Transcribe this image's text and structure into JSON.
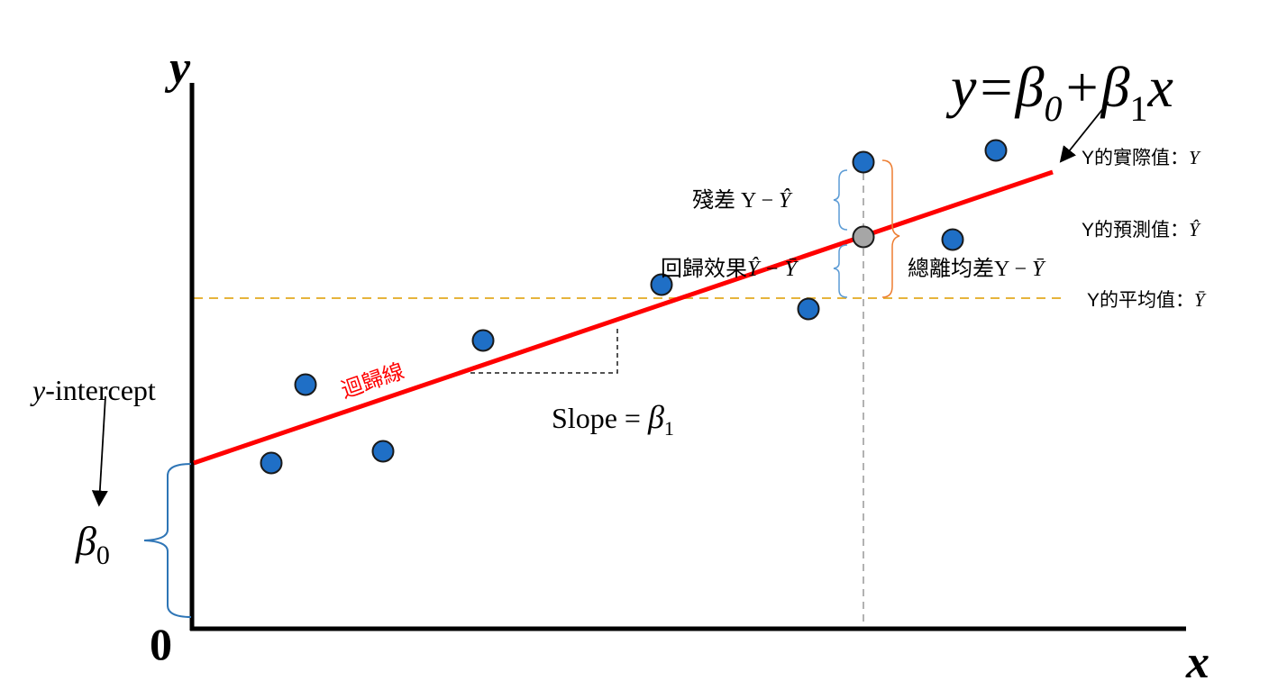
{
  "axes": {
    "y_label": "y",
    "x_label": "x",
    "origin_label": "0"
  },
  "equation": {
    "lhs": "y=",
    "beta": "β",
    "sub0": "0",
    "plus": "+",
    "sub1": "1",
    "x": "x"
  },
  "intercept": {
    "label_var": "y",
    "label_rest": "-intercept",
    "beta": "β",
    "sub": "0"
  },
  "regression_line_label": "迴歸線",
  "slope": {
    "text": "Slope = ",
    "beta": "β",
    "sub": "1"
  },
  "deviations": {
    "residual_prefix": "殘差 Y − ",
    "residual_var": "Ŷ",
    "regression_effect_prefix": "回歸效果",
    "regression_effect_mid": "Ŷ − ",
    "regression_effect_var": "Ȳ",
    "total_prefix": "總離均差Y − ",
    "total_var": "Ȳ"
  },
  "legend_labels": {
    "actual_prefix": "Y的實際值：",
    "actual_var": "Y",
    "predicted_prefix": "Y的預測值：",
    "predicted_var": "Ŷ",
    "mean_prefix": "Y的平均值：",
    "mean_var": "Ȳ"
  },
  "colors": {
    "axis": "#000000",
    "regression_line": "#ff0000",
    "regression_label": "#ff0000",
    "data_point_fill": "#1f6fc6",
    "data_point_stroke": "#1a1a1a",
    "predicted_point_fill": "#a6a6a6",
    "mean_line": "#e6b43c",
    "residual_brace": "#5b9bd5",
    "total_brace": "#ed7d31",
    "intercept_brace": "#2e75b6",
    "guide_line": "#999999"
  }
}
